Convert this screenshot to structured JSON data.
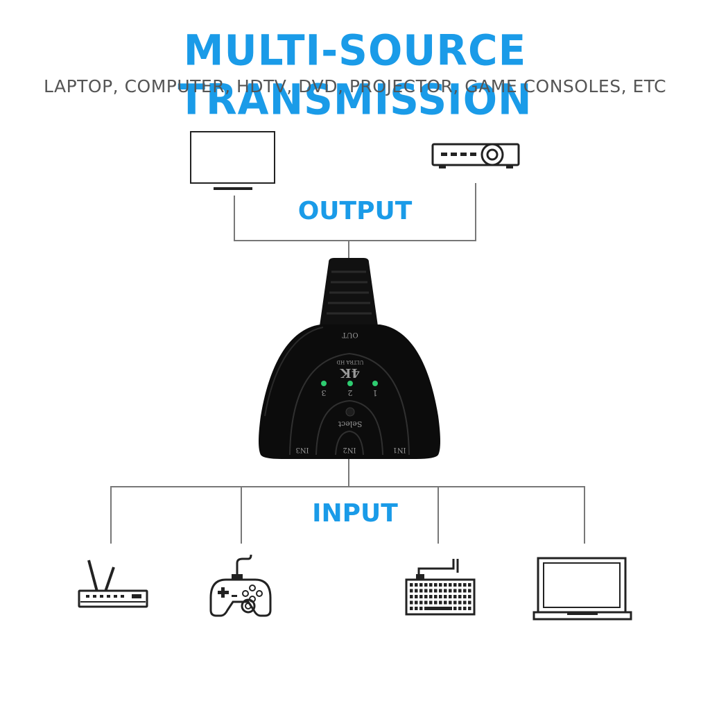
{
  "header": {
    "title": "MULTI-SOURCE TRANSMISSION",
    "subtitle": "LAPTOP, COMPUTER, HDTV, DVD, PROJECTOR, GAME CONSOLES, ETC"
  },
  "output": {
    "label": "OUTPUT",
    "devices": [
      "tv-icon",
      "projector-icon"
    ]
  },
  "input": {
    "label": "INPUT",
    "devices": [
      "router-icon",
      "gamepad-icon",
      "keyboard-icon",
      "laptop-icon"
    ]
  },
  "switch": {
    "port_out": "OUT",
    "brand": "4K",
    "brand_sub": "ULTRA HD",
    "led_1": "1",
    "led_2": "2",
    "led_3": "3",
    "button": "Select",
    "port_in1": "IN1",
    "port_in2": "IN2",
    "port_in3": "IN3"
  },
  "colors": {
    "accent": "#1a9be8",
    "subtitle": "#555555",
    "lines": "#777777",
    "led": "#2ecc71"
  }
}
